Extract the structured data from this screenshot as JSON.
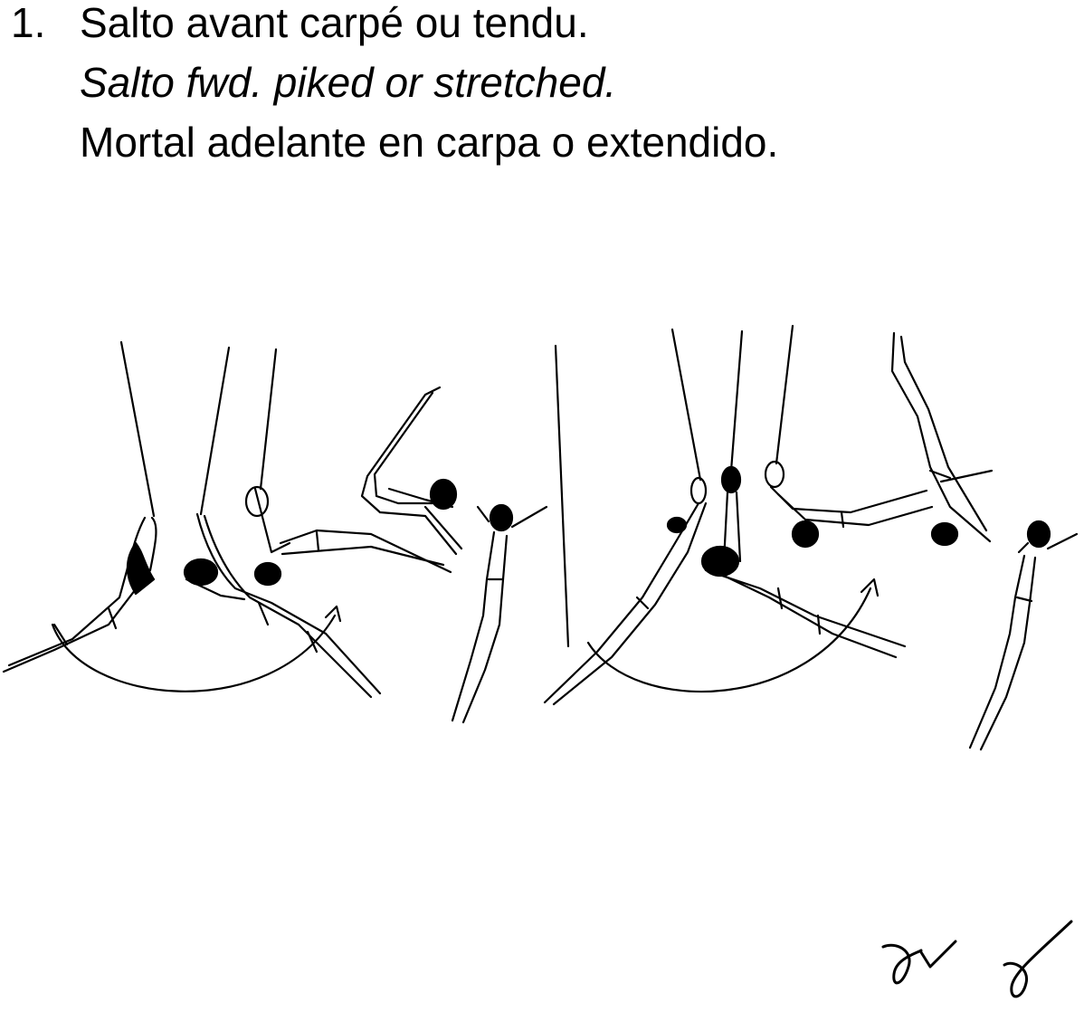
{
  "element": {
    "number": "1.",
    "name_fr": "Salto avant carpé ou tendu.",
    "name_en": "Salto fwd. piked or stretched.",
    "name_es": "Mortal adelante en carpa o extendido."
  },
  "illustrations": [
    {
      "name": "piked-salto-sequence"
    },
    {
      "name": "stretched-salto-sequence"
    }
  ],
  "colors": {
    "ink": "#000000",
    "paper": "#ffffff"
  }
}
